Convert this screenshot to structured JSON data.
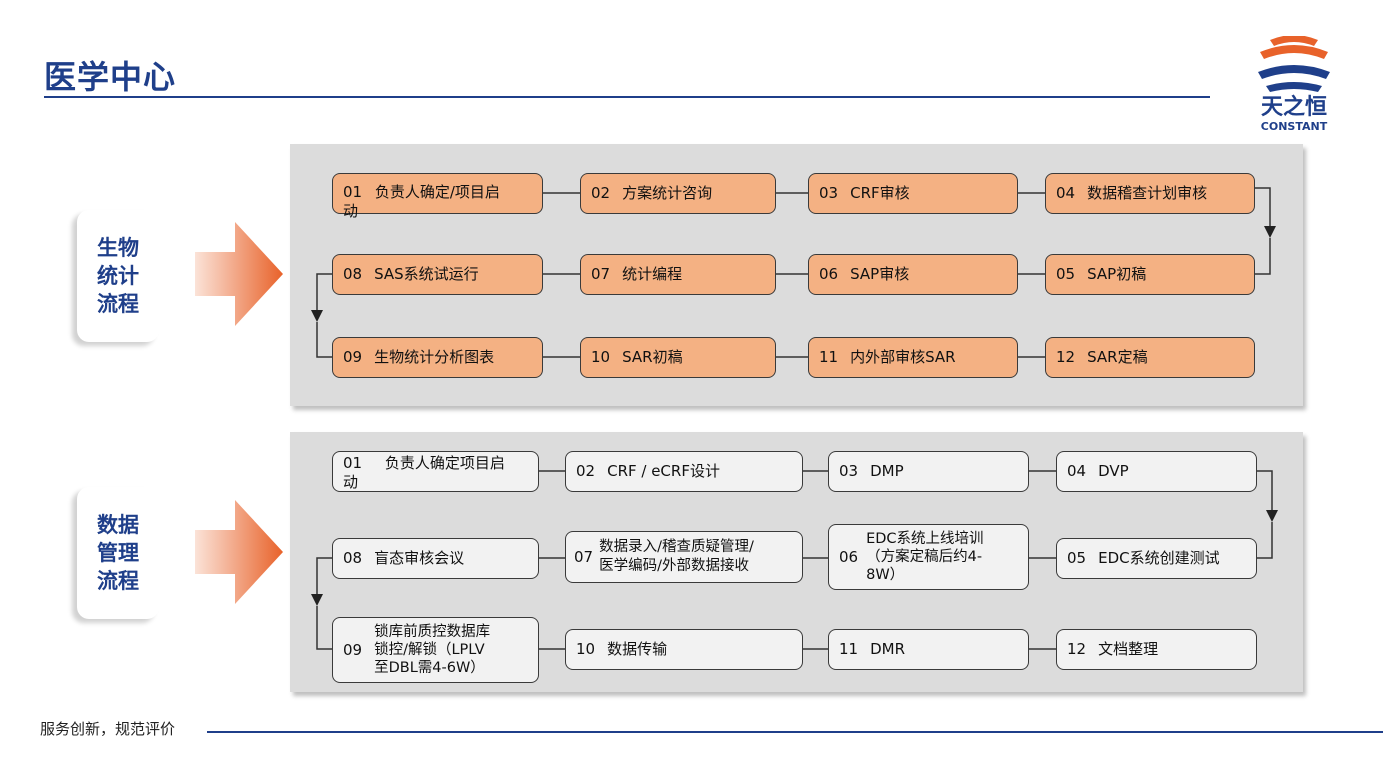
{
  "header": {
    "title": "医学中心"
  },
  "logo": {
    "name": "天之恒",
    "subname": "CONSTANT",
    "colors": {
      "orange": "#e8622a",
      "navy": "#1f3f8a"
    }
  },
  "sections": [
    {
      "label": "生物\n统计\n流程",
      "steps": [
        {
          "num": "01",
          "text": "负责人确定/项目启\n动"
        },
        {
          "num": "02",
          "text": "方案统计咨询"
        },
        {
          "num": "03",
          "text": "CRF审核"
        },
        {
          "num": "04",
          "text": "数据稽查计划审核"
        },
        {
          "num": "05",
          "text": "SAP初稿"
        },
        {
          "num": "06",
          "text": "SAP审核"
        },
        {
          "num": "07",
          "text": "统计编程"
        },
        {
          "num": "08",
          "text": "SAS系统试运行"
        },
        {
          "num": "09",
          "text": "生物统计分析图表"
        },
        {
          "num": "10",
          "text": "SAR初稿"
        },
        {
          "num": "11",
          "text": "内外部审核SAR"
        },
        {
          "num": "12",
          "text": "SAR定稿"
        }
      ]
    },
    {
      "label": "数据\n管理\n流程",
      "steps": [
        {
          "num": "01",
          "text": "负责人确定项目启\n动"
        },
        {
          "num": "02",
          "text": "CRF / eCRF设计"
        },
        {
          "num": "03",
          "text": "DMP"
        },
        {
          "num": "04",
          "text": "DVP"
        },
        {
          "num": "05",
          "text": "EDC系统创建测试"
        },
        {
          "num": "06",
          "text": "EDC系统上线培训\n（方案定稿后约4-\n8W）"
        },
        {
          "num": "07",
          "text": "数据录入/稽查质疑管理/\n医学编码/外部数据接收"
        },
        {
          "num": "08",
          "text": "盲态审核会议"
        },
        {
          "num": "09",
          "text": "锁库前质控数据库\n锁控/解锁（LPLV\n至DBL需4-6W）"
        },
        {
          "num": "10",
          "text": "数据传输"
        },
        {
          "num": "11",
          "text": "DMR"
        },
        {
          "num": "12",
          "text": "文档整理"
        }
      ]
    }
  ],
  "footer": {
    "text": "服务创新，规范评价"
  },
  "colors": {
    "accent": "#1f3f8a",
    "box_orange": "#f4b183",
    "box_gray": "#f2f2f2",
    "panel": "#dcdcdc",
    "arrow": "#e8622a"
  }
}
